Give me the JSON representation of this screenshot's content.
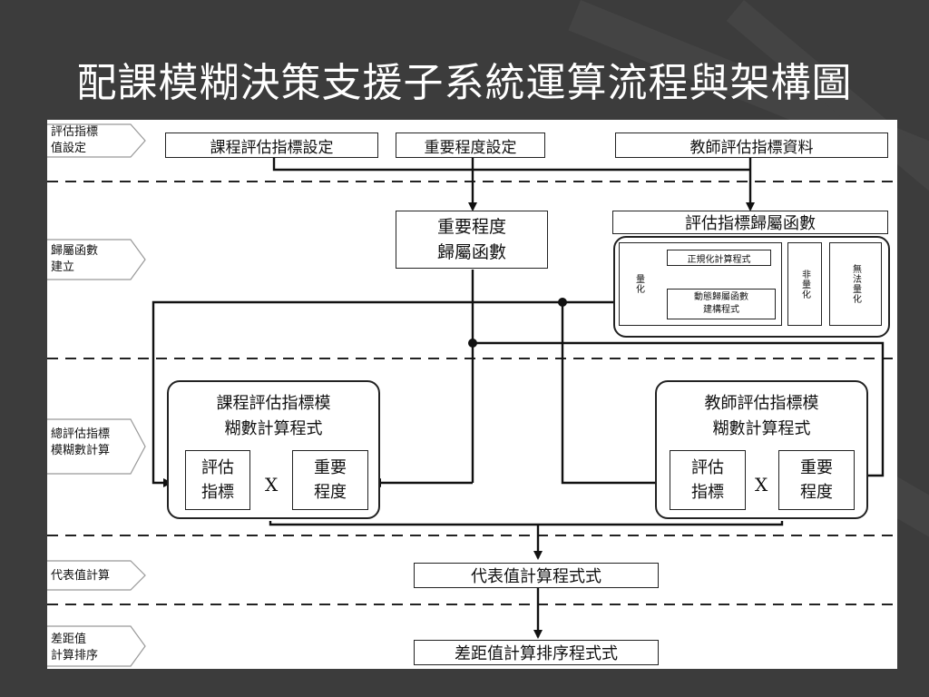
{
  "slide_title": "配課模糊決策支援子系統運算流程與架構圖",
  "rows": {
    "row1": "評估指標\n值設定",
    "row2": "歸屬函數\n建立",
    "row3": "總評估指標\n模糊數計算",
    "row4": "代表值計算",
    "row5": "差距值\n計算排序"
  },
  "boxes": {
    "course_index": "課程評估指標設定",
    "importance_set": "重要程度設定",
    "teacher_data": "教師評估指標資料",
    "importance_member_1": "重要程度",
    "importance_member_2": "歸屬函數",
    "index_member": "評估指標歸屬函數",
    "quantified": "量化",
    "normalize_prog": "正規化計算程式",
    "dynamic_member_1": "動態歸屬函數",
    "dynamic_member_2": "建構程式",
    "non_quant": "非量化",
    "non_quantifiable": "無法量化",
    "course_fuzzy_1": "課程評估指標模",
    "course_fuzzy_2": "糊數計算程式",
    "teacher_fuzzy_1": "教師評估指標模",
    "teacher_fuzzy_2": "糊數計算程式",
    "eval_index_1": "評估",
    "eval_index_2": "指標",
    "importance_1": "重要",
    "importance_2": "程度",
    "multiply": "X",
    "rep_value": "代表值計算程式式",
    "rank_prog": "差距值計算排序程式式"
  }
}
